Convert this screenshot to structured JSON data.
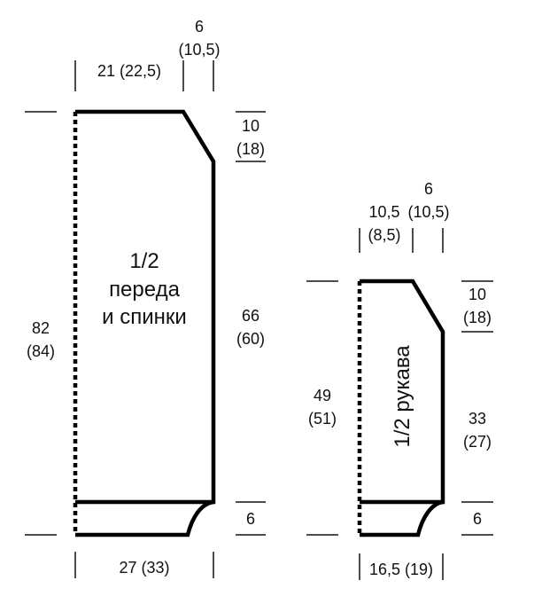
{
  "body_piece": {
    "label_line1": "1/2",
    "label_line2": "переда",
    "label_line3": "и спинки",
    "top_width": "21 (22,5)",
    "shoulder_width_a": "6",
    "shoulder_width_b": "(10,5)",
    "shoulder_height_a": "10",
    "shoulder_height_b": "(18)",
    "total_height_a": "82",
    "total_height_b": "(84)",
    "side_height_a": "66",
    "side_height_b": "(60)",
    "ribbing_height": "6",
    "bottom_width": "27 (33)"
  },
  "sleeve_piece": {
    "label": "1/2 рукава",
    "top_width_a": "10,5",
    "top_width_b": "(8,5)",
    "cap_width_a": "6",
    "cap_width_b": "(10,5)",
    "cap_height_a": "10",
    "cap_height_b": "(18)",
    "total_height_a": "49",
    "total_height_b": "(51)",
    "side_height_a": "33",
    "side_height_b": "(27)",
    "ribbing_height": "6",
    "bottom_width": "16,5 (19)"
  }
}
